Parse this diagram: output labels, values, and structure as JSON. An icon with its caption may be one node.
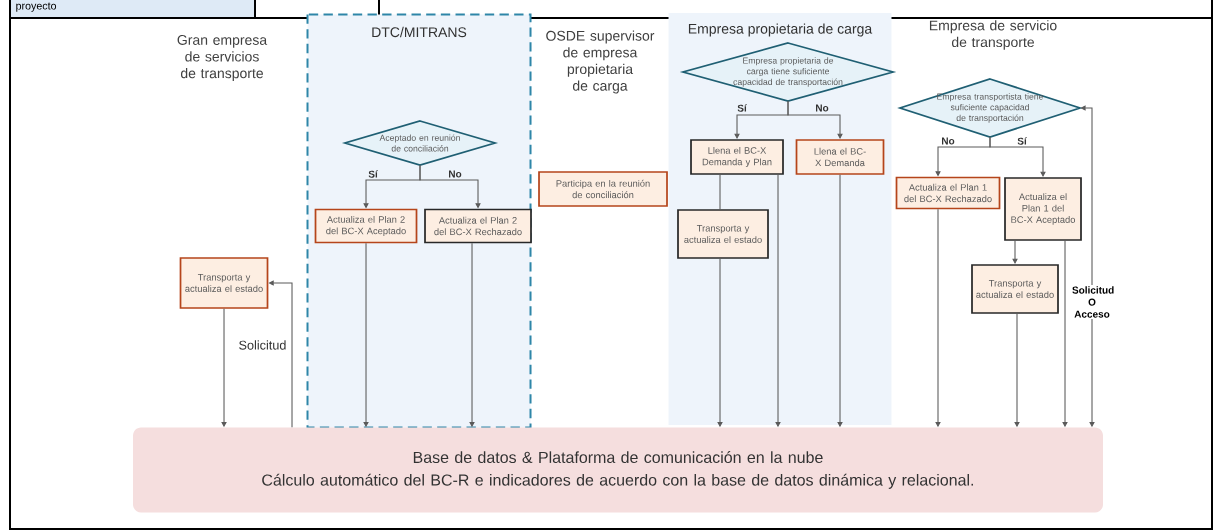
{
  "diagram": {
    "nodes": [
      {
        "text": [
          "Transporta y actualiza el estado"
        ]
      },
      {
        "text": [
          "DTC/MITRANS"
        ]
      },
      {
        "text": [
          "Aceptado en reunión de conciliación"
        ],
        "in": 1
      },
      {
        "text": [
          "Actualiza el Plan 2 del BC-X Aceptado"
        ],
        "in": 1
      },
      {
        "text": [
          "Actualiza el Plan 2 del BC-X Rechazado"
        ],
        "in": 1
      },
      {
        "text": [
          "Participa en la reunión de conciliación"
        ]
      },
      {
        "text": [
          "Empresa propietaria de carga"
        ]
      },
      {
        "text": [
          "Empresa propietaria de carga tiene suficiente capacidad de transportación"
        ],
        "in": 6
      },
      {
        "text": [
          "Llena el BC-X Demanda y Plan"
        ],
        "in": 6
      },
      {
        "text": [
          "Llena el BC-X Demanda"
        ],
        "in": 6
      },
      {
        "text": [
          "Transporta y actualiza el estado"
        ],
        "in": 6
      },
      {
        "text": [
          "Empresa transportista tiene suficiente capacidad de transportación"
        ]
      },
      {
        "text": [
          "Actualiza el Plan 1 del BC-X Rechazado"
        ]
      },
      {
        "text": [
          "Actualiza el Plan 1 del BC-X Aceptado"
        ]
      },
      {
        "text": [
          "Transporta y actualiza el estado"
        ]
      },
      {
        "text": [
          "Base de datos & Plataforma de comunicación en la nube",
          "Cálculo automático del BC-R e indicadores de acuerdo con la base de datos dinámica y  relacional."
        ]
      }
    ],
    "edges": [
      {
        "from": 0,
        "to": 15,
        "arrow": "to"
      },
      {
        "from": 15,
        "to": 0,
        "arrow": "to",
        "label": "Solicitud"
      },
      {
        "from": 2,
        "to": 3,
        "arrow": "to",
        "label": "Sí"
      },
      {
        "from": 2,
        "to": 4,
        "arrow": "to",
        "label": "No"
      },
      {
        "from": 3,
        "to": 15,
        "arrow": "to"
      },
      {
        "from": 4,
        "to": 15,
        "arrow": "to"
      },
      {
        "from": 7,
        "to": 8,
        "arrow": "to",
        "label": "Sí"
      },
      {
        "from": 7,
        "to": 9,
        "arrow": "to",
        "label": "No"
      },
      {
        "from": 8,
        "to": 10,
        "arrow": "none"
      },
      {
        "from": 10,
        "to": 15,
        "arrow": "to"
      },
      {
        "from": 8,
        "to": 15,
        "arrow": "to"
      },
      {
        "from": 9,
        "to": 15,
        "arrow": "to"
      },
      {
        "from": 11,
        "to": 12,
        "arrow": "to",
        "label": "No"
      },
      {
        "from": 11,
        "to": 13,
        "arrow": "to",
        "label": "Sí"
      },
      {
        "from": 13,
        "to": 14,
        "arrow": "to"
      },
      {
        "from": 12,
        "to": 15,
        "arrow": "to"
      },
      {
        "from": 14,
        "to": 15,
        "arrow": "to"
      },
      {
        "from": 13,
        "to": 15,
        "arrow": "to"
      },
      {
        "from": 11,
        "to": 15,
        "arrow": "both",
        "label": "Solicitud O Acceso"
      }
    ],
    "labels": [
      "proyecto",
      "Gran empresa de servicios de transporte",
      "OSDE supervisor de empresa propietaria de carga",
      "Empresa de servicio de transporte"
    ]
  }
}
